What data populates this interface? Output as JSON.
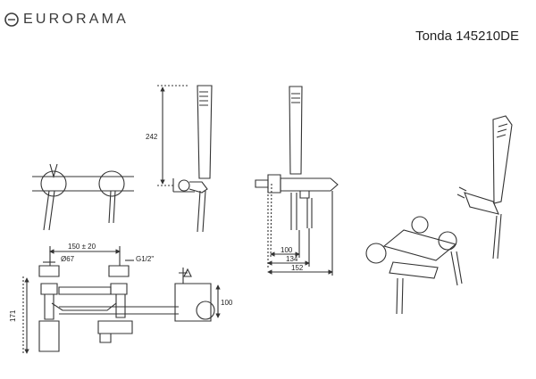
{
  "header": {
    "brand": "EURORAMA",
    "model": "Tonda 145210DE"
  },
  "dimensions": {
    "height_handshower": "242",
    "depth_100": "100",
    "depth_134": "134",
    "depth_152": "152",
    "center_distance": "150 ± 20",
    "diameter": "Ø67",
    "thread": "G1/2\"",
    "height_171": "171",
    "height_100": "100"
  },
  "colors": {
    "line": "#333333",
    "background": "#ffffff"
  }
}
